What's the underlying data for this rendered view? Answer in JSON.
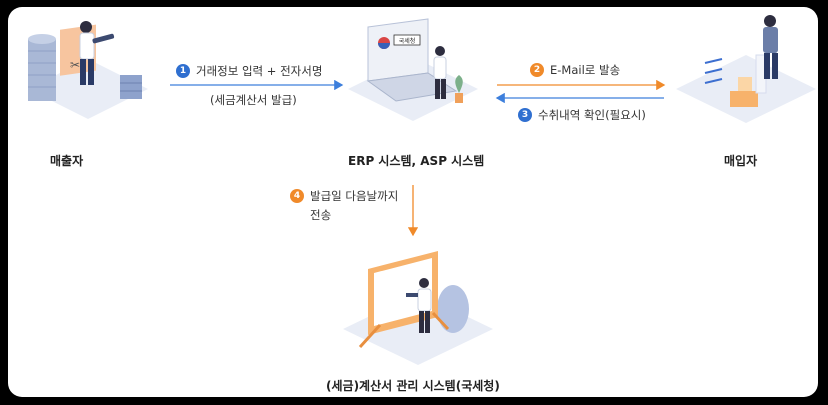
{
  "nodes": {
    "seller": "매출자",
    "erp": "ERP 시스템, ASP 시스템",
    "buyer": "매입자",
    "nts": "(세금)계산서 관리 시스템(국세청)",
    "monitor_text": "국세청"
  },
  "steps": [
    {
      "num": "1",
      "text": "거래정보 입력 + 전자서명",
      "sub": "(세금계산서 발급)",
      "color": "#2f6fd0"
    },
    {
      "num": "2",
      "text": "E-Mail로 발송",
      "color": "#f08a2a"
    },
    {
      "num": "3",
      "text": "수취내역 확인(필요시)",
      "color": "#2f6fd0"
    },
    {
      "num": "4",
      "text": "발급일 다음날까지",
      "sub": "전송",
      "color": "#f08a2a"
    }
  ],
  "colors": {
    "blue_arrow": "#3d7fdc",
    "orange_arrow": "#f08a2a"
  }
}
